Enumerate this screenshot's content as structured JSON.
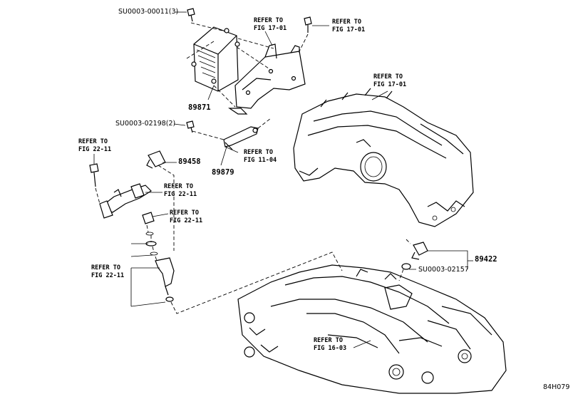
{
  "labels": {
    "su00011": "SU0003-00011(3)",
    "refer_171_a_line1": "REFER TO",
    "refer_171_a_line2": "FIG 17-01",
    "refer_171_b_line1": "REFER TO",
    "refer_171_b_line2": "FIG 17-01",
    "refer_171_c_line1": "REFER TO",
    "refer_171_c_line2": "FIG 17-01",
    "part_89871": "89871",
    "su02198": "SU0003-02198(2)",
    "refer_2211_a_line1": "REFER TO",
    "refer_2211_a_line2": "FIG 22-11",
    "refer_1104_line1": "REFER TO",
    "refer_1104_line2": "FIG 11-04",
    "part_89458": "89458",
    "part_89879": "89879",
    "refer_2211_b_line1": "REFER TO",
    "refer_2211_b_line2": "FIG 22-11",
    "refer_2211_c_line1": "REFER TO",
    "refer_2211_c_line2": "FIG 22-11",
    "refer_2211_d_line1": "REFER TO",
    "refer_2211_d_line2": "FIG 22-11",
    "part_89422": "89422",
    "su02157": "SU0003-02157",
    "refer_1603_line1": "REFER TO",
    "refer_1603_line2": "FIG 16-03",
    "figure_code": "84H079"
  }
}
